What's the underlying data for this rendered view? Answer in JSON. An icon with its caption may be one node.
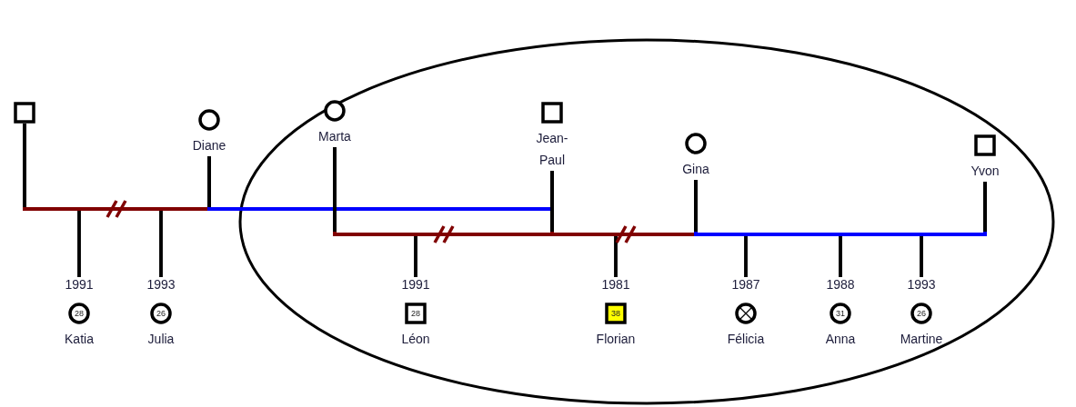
{
  "diagram": {
    "nodes": [
      {
        "text": [],
        "shape": "box"
      },
      {
        "text": [
          "Diane"
        ]
      },
      {
        "text": [],
        "shape": "ellipse"
      },
      {
        "text": [
          "Marta"
        ],
        "in": 2
      },
      {
        "text": [
          "Jean-Paul"
        ],
        "in": 2
      },
      {
        "text": [
          "Gina"
        ],
        "in": 2
      },
      {
        "text": [
          "Yvon"
        ],
        "in": 2
      },
      {
        "text": [
          "28",
          "Katia"
        ],
        "beside": [
          "1991"
        ]
      },
      {
        "text": [
          "26",
          "Julia"
        ],
        "beside": [
          "1993"
        ]
      },
      {
        "text": [
          "28",
          "Léon"
        ],
        "beside": [
          "1991"
        ],
        "in": 2
      },
      {
        "text": [
          "38",
          "Florian"
        ],
        "beside": [
          "1981"
        ],
        "in": 2
      },
      {
        "text": [
          "Félicia"
        ],
        "beside": [
          "1987"
        ],
        "in": 2
      },
      {
        "text": [
          "31",
          "Anna"
        ],
        "beside": [
          "1988"
        ],
        "in": 2
      },
      {
        "text": [
          "26",
          "Martine"
        ],
        "beside": [
          "1993"
        ],
        "in": 2
      }
    ],
    "edges": [
      {
        "from": 0,
        "to": 1,
        "arrow": "none",
        "color": "#800000"
      },
      {
        "from": 1,
        "to": 4,
        "arrow": "none",
        "color": "#0000ff"
      },
      {
        "from": 3,
        "to": 4,
        "arrow": "none",
        "color": "#800000"
      },
      {
        "from": 4,
        "to": 5,
        "arrow": "none",
        "color": "#800000"
      },
      {
        "from": 5,
        "to": 6,
        "arrow": "none",
        "color": "#0000ff"
      },
      {
        "from": 0,
        "to": 7,
        "arrow": "none"
      },
      {
        "from": 1,
        "to": 7,
        "arrow": "none"
      },
      {
        "from": 0,
        "to": 8,
        "arrow": "none"
      },
      {
        "from": 1,
        "to": 8,
        "arrow": "none"
      },
      {
        "from": 3,
        "to": 9,
        "arrow": "none"
      },
      {
        "from": 4,
        "to": 9,
        "arrow": "none"
      },
      {
        "from": 4,
        "to": 10,
        "arrow": "none"
      },
      {
        "from": 5,
        "to": 10,
        "arrow": "none"
      },
      {
        "from": 5,
        "to": 11,
        "arrow": "none"
      },
      {
        "from": 6,
        "to": 11,
        "arrow": "none"
      },
      {
        "from": 5,
        "to": 12,
        "arrow": "none"
      },
      {
        "from": 6,
        "to": 12,
        "arrow": "none"
      },
      {
        "from": 5,
        "to": 13,
        "arrow": "none"
      },
      {
        "from": 6,
        "to": 13,
        "arrow": "none"
      }
    ]
  }
}
